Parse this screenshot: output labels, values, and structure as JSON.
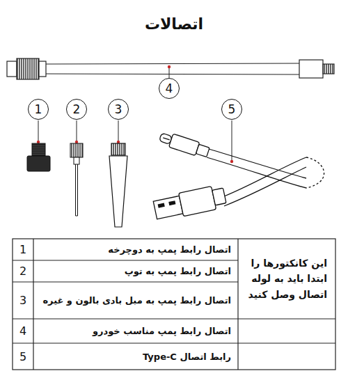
{
  "diagram": {
    "title": "اتصالات",
    "nodes": [
      {
        "text": [
          "1"
        ]
      },
      {
        "text": [
          "2"
        ]
      },
      {
        "text": [
          "3"
        ]
      },
      {
        "text": [
          "4"
        ]
      },
      {
        "text": [
          "5"
        ]
      }
    ],
    "labels": [
      "1",
      "اتصال رابط پمپ به دوچرخه",
      "2",
      "اتصال رابط پمپ به توپ",
      "3",
      "اتصال رابط پمپ به مبل بادی بالون و غیره",
      "4",
      "اتصال رابط پمپ مناسب خودرو",
      "5",
      "رابط اتصال Type-C",
      "این کانکتورها را ابتدا باید به لوله اتصال وصل کنید"
    ]
  }
}
